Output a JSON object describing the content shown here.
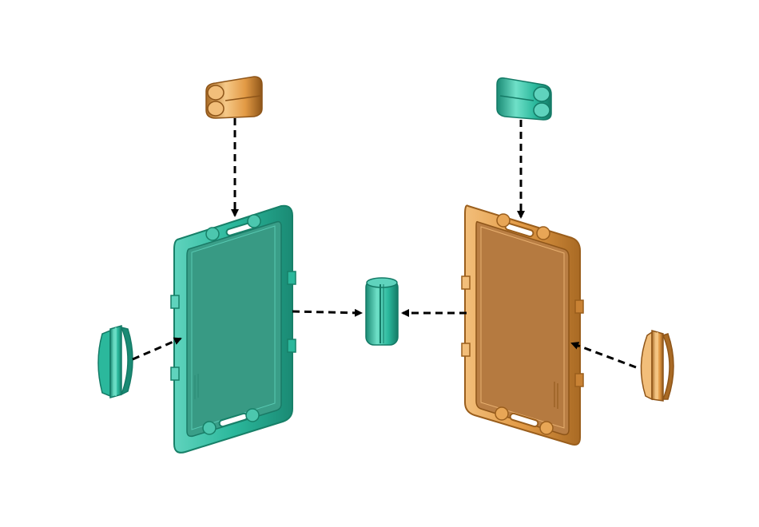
{
  "diagram": {
    "kind": "exploded-assembly",
    "colors": {
      "background": "#ffffff",
      "teal_light": "#5fd3bd",
      "teal_mid": "#2bb89c",
      "teal_dark": "#1a8a74",
      "teal_panel": "#3a9e88",
      "orange_light": "#f2be7a",
      "orange_mid": "#e29a45",
      "orange_dark": "#a96a24",
      "orange_panel": "#b97e44",
      "arrow": "#000000"
    },
    "parts": [
      {
        "id": "teal-panel",
        "color": "teal"
      },
      {
        "id": "orange-panel",
        "color": "orange"
      },
      {
        "id": "orange-double-clip-top",
        "color": "orange"
      },
      {
        "id": "teal-double-clip-top",
        "color": "teal"
      },
      {
        "id": "teal-side-clip-left",
        "color": "teal"
      },
      {
        "id": "orange-side-clip-right",
        "color": "orange"
      },
      {
        "id": "teal-center-connector",
        "color": "teal"
      }
    ],
    "arrow_style": "dashed"
  }
}
